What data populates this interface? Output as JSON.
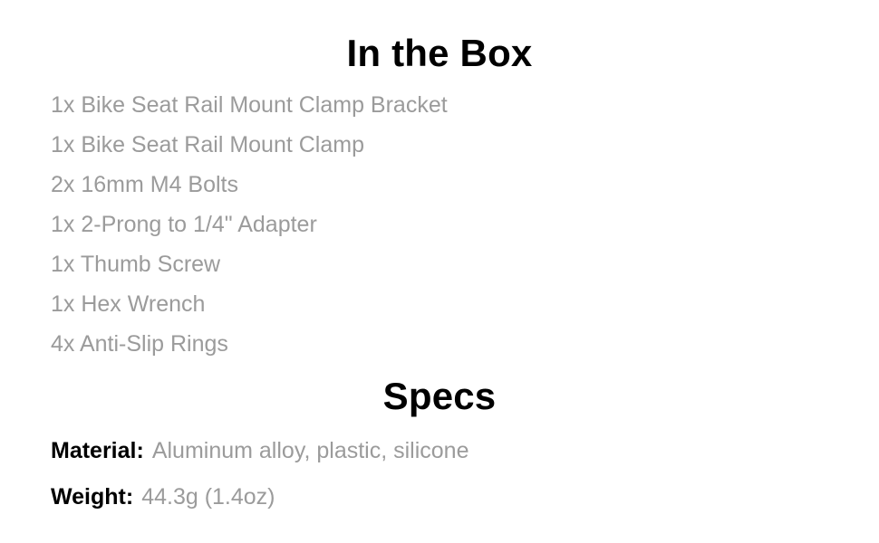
{
  "in_the_box": {
    "title": "In the Box",
    "items": [
      "1x Bike Seat Rail Mount Clamp Bracket",
      "1x Bike Seat Rail Mount Clamp",
      "2x 16mm M4 Bolts",
      "1x 2-Prong to 1/4\" Adapter",
      "1x Thumb Screw",
      "1x Hex Wrench",
      "4x Anti-Slip Rings"
    ]
  },
  "specs": {
    "title": "Specs",
    "rows": [
      {
        "label": "Material:",
        "value": "Aluminum alloy, plastic, silicone"
      },
      {
        "label": "Weight:",
        "value": "44.3g (1.4oz)"
      }
    ]
  },
  "colors": {
    "heading": "#000000",
    "body_text": "#9b9b9b",
    "background": "#ffffff"
  }
}
